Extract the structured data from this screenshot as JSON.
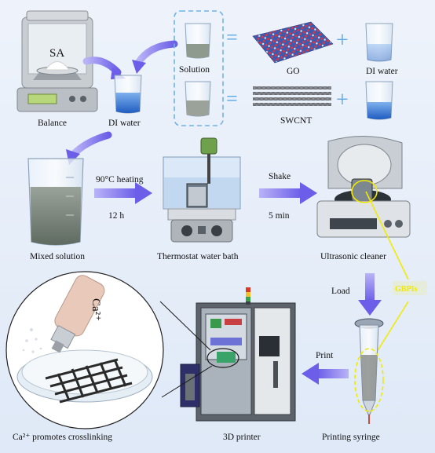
{
  "labels": {
    "sa": "SA",
    "balance": "Balance",
    "di_water_center": "DI water",
    "solution": "Solution",
    "go": "GO",
    "di_water_right": "DI water",
    "swcnt": "SWCNT",
    "heating": "90°C heating",
    "heating_time": "12 h",
    "shake": "Shake",
    "shake_time": "5 min",
    "mixed_solution": "Mixed solution",
    "water_bath": "Thermostat water bath",
    "ultrasonic_cleaner": "Ultrasonic cleaner",
    "load": "Load",
    "gbpis": "GBPIs",
    "print": "Print",
    "printing_syringe": "Printing syringe",
    "printer_3d": "3D printer",
    "crosslinking": "Ca²⁺ promotes crosslinking",
    "bottle": "Ca²⁺",
    "equals": "=",
    "plus": "+"
  },
  "colors": {
    "arrow": "#7b6ef2",
    "dashed_box": "#6fb3e6",
    "highlight": "#f2ea00",
    "water_blue": "#2f6fd0",
    "go_red": "#c23a4a",
    "go_blue": "#2b4fa8",
    "mixed_fill": "#7f8a7e"
  }
}
